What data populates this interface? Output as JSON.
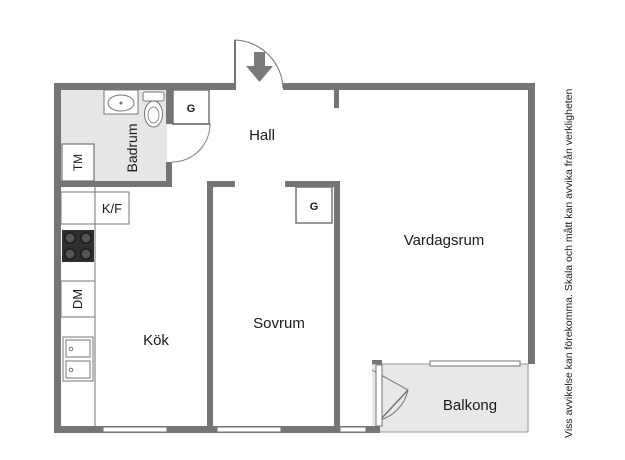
{
  "rooms": {
    "hall": "Hall",
    "badrum": "Badrum",
    "kok": "Kök",
    "sovrum": "Sovrum",
    "vardagsrum": "Vardagsrum",
    "balkong": "Balkong"
  },
  "fixtures": {
    "garderob_hall": "G",
    "garderob_sovrum": "G",
    "tm": "TM",
    "kf": "K/F",
    "dm": "DM"
  },
  "disclaimer": "Viss avvikelse kan förekomma. Skala och mått kan avvika från verkligheten",
  "colors": {
    "wall": "#757575",
    "wall_dark": "#5e5e5e",
    "floor": "#ffffff",
    "bath_floor": "#e6e6e6",
    "balcony_floor": "#e8e8e8",
    "arrow": "#7a7a7a"
  },
  "icons": {
    "entrance": "entrance-arrow-icon",
    "stove": "stove-icon",
    "sink": "sink-icon",
    "toilet": "toilet-icon",
    "washbasin": "washbasin-icon"
  }
}
